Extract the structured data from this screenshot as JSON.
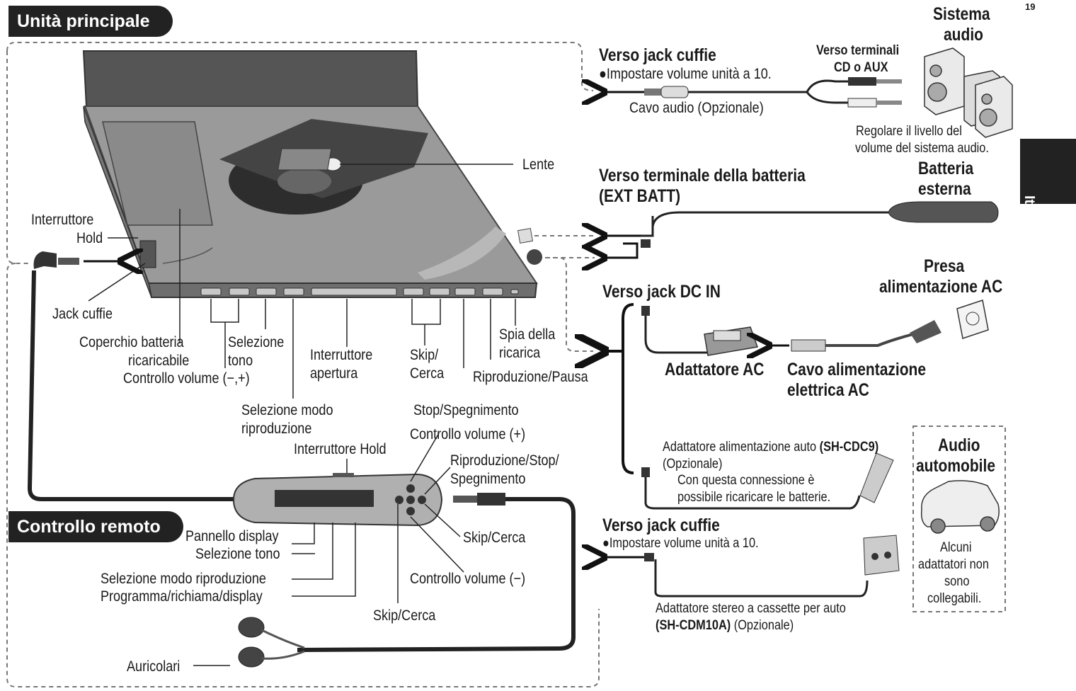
{
  "page_number": "19",
  "language_tab": "Italiano",
  "sections": {
    "main_unit": "Unità principale",
    "remote": "Controllo remoto",
    "car_audio": "Audio automobile"
  },
  "main_unit_labels": {
    "lens": "Lente",
    "hold_line1": "Interruttore",
    "hold_line2": "Hold",
    "headphone_jack": "Jack cuffie",
    "battery_cover_line1": "Coperchio batteria",
    "battery_cover_line2": "ricaricabile",
    "volume": "Controllo volume (−,+)",
    "tone_line1": "Selezione",
    "tone_line2": "tono",
    "open_line1": "Interruttore",
    "open_line2": "apertura",
    "skip_line1": "Skip/",
    "skip_line2": "Cerca",
    "charge_line1": "Spia della",
    "charge_line2": "ricarica",
    "play_pause": "Riproduzione/Pausa",
    "mode_line1": "Selezione modo",
    "mode_line2": "riproduzione",
    "stop": "Stop/Spegnimento"
  },
  "remote_labels": {
    "hold": "Interruttore Hold",
    "vol_plus": "Controllo volume (+)",
    "play_stop_line1": "Riproduzione/Stop/",
    "play_stop_line2": "Spegnimento",
    "display": "Pannello display",
    "tone": "Selezione tono",
    "mode": "Selezione modo riproduzione",
    "program": "Programma/richiama/display",
    "skip_right": "Skip/Cerca",
    "vol_minus": "Controllo volume (−)",
    "skip_bottom": "Skip/Cerca",
    "earphones": "Auricolari"
  },
  "audio_system": {
    "title_line1": "Sistema",
    "title_line2": "audio",
    "headphone_title": "Verso jack cuffie",
    "headphone_note": "●Impostare volume unità a 10.",
    "terminals_line1": "Verso terminali",
    "terminals_line2": "CD o AUX",
    "cable": "Cavo audio (Opzionale)",
    "adjust_line1": "Regolare il livello del",
    "adjust_line2": "volume del sistema audio."
  },
  "battery": {
    "title_line1": "Verso terminale della batteria",
    "title_line2": "(EXT BATT)",
    "ext_line1": "Batteria",
    "ext_line2": "esterna"
  },
  "power": {
    "dcin": "Verso jack DC IN",
    "outlet_line1": "Presa",
    "outlet_line2": "alimentazione AC",
    "adapter": "Adattatore AC",
    "cord_line1": "Cavo alimentazione",
    "cord_line2": "elettrica AC",
    "car_adapter_prefix": "Adattatore alimentazione auto ",
    "car_adapter_model": "(SH-CDC9)",
    "car_adapter_optional": "(Opzionale)",
    "car_note_line1": "Con questa connessione è",
    "car_note_line2": "possibile ricaricare le batterie."
  },
  "car_headphone": {
    "title": "Verso jack cuffie",
    "note": "●Impostare volume unità a 10.",
    "cassette_line1": "Adattatore stereo a cassette per auto",
    "cassette_model": "(SH-CDM10A)",
    "cassette_optional": " (Opzionale)"
  },
  "car_box": {
    "line1": "Alcuni",
    "line2": "adattatori non",
    "line3": "sono",
    "line4": "collegabili."
  }
}
